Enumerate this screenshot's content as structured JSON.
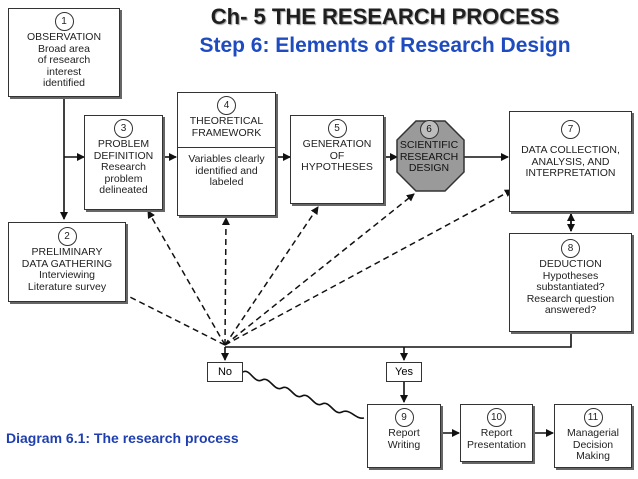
{
  "header": {
    "title": "Ch- 5 THE RESEARCH PROCESS",
    "subtitle": "Step 6: Elements of Research Design"
  },
  "caption": "Diagram 6.1: The research process",
  "boxes": {
    "b1": {
      "num": "1",
      "text": "OBSERVATION\nBroad area\nof research\ninterest\nidentified"
    },
    "b2": {
      "num": "2",
      "text": "PRELIMINARY\nDATA GATHERING\nInterviewing\nLiterature survey"
    },
    "b3": {
      "num": "3",
      "text": "PROBLEM\nDEFINITION\nResearch\nproblem\ndelineated"
    },
    "b4": {
      "num": "4",
      "text": "THEORETICAL\nFRAMEWORK",
      "sub": "Variables clearly\nidentified and\nlabeled"
    },
    "b5": {
      "num": "5",
      "text": "GENERATION\nOF\nHYPOTHESES"
    },
    "b6": {
      "num": "6",
      "text": "SCIENTIFIC\nRESEARCH\nDESIGN"
    },
    "b7": {
      "num": "7",
      "text": "DATA COLLECTION,\nANALYSIS, AND\nINTERPRETATION"
    },
    "b8": {
      "num": "8",
      "text": "DEDUCTION\nHypotheses\nsubstantiated?\nResearch question\nanswered?"
    },
    "b9": {
      "num": "9",
      "text": "Report\nWriting"
    },
    "b10": {
      "num": "10",
      "text": "Report\nPresentation"
    },
    "b11": {
      "num": "11",
      "text": "Managerial\nDecision\nMaking"
    }
  },
  "decisions": {
    "no": "No",
    "yes": "Yes"
  },
  "colors": {
    "title_blue": "#1e4bbf",
    "octagon_fill": "#9a9a9a"
  }
}
